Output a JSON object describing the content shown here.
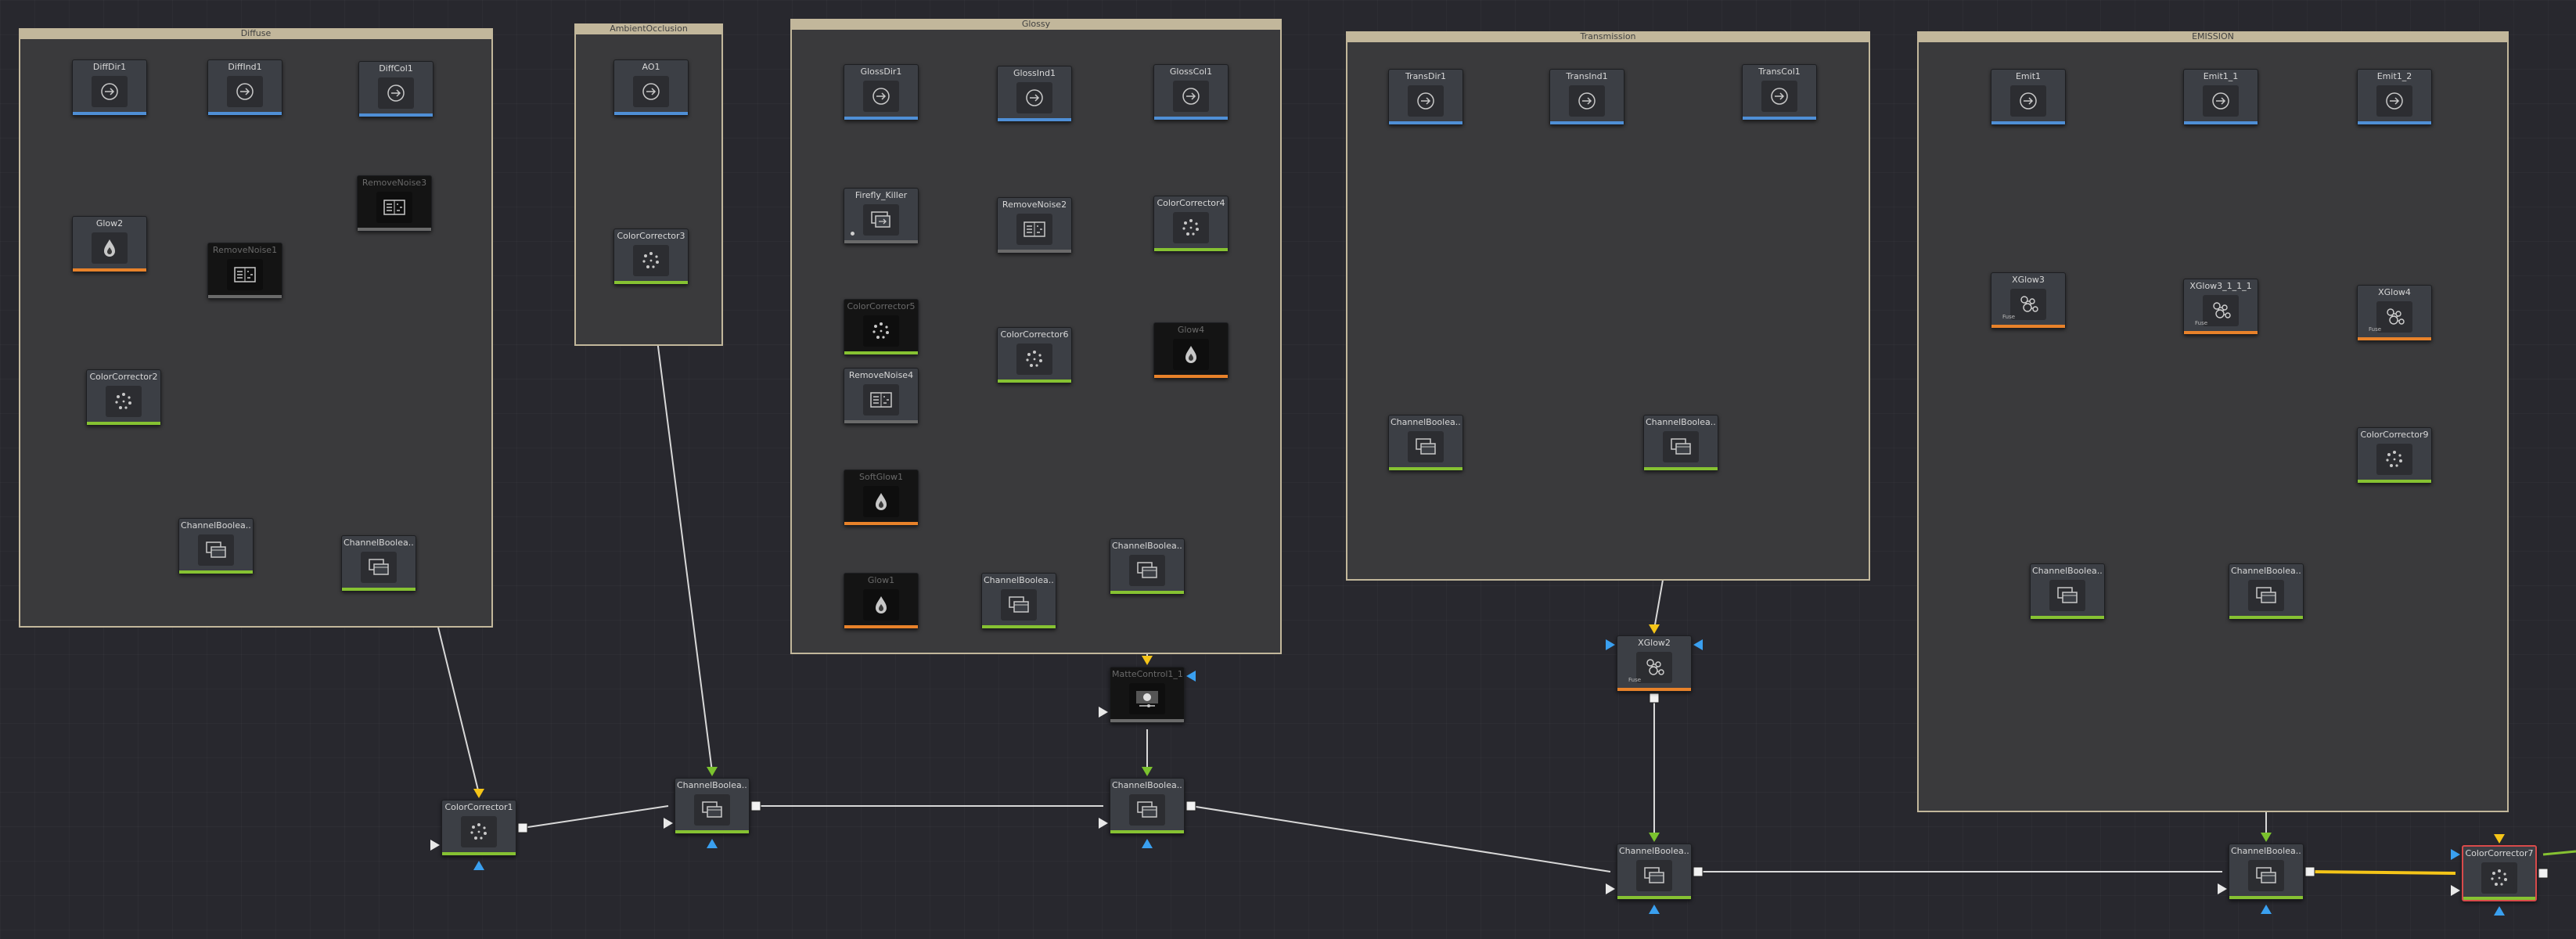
{
  "colors": {
    "group_header": "#c2b79b",
    "wire": "#d8d8d8",
    "wire_active": "#f5c518",
    "in_yellow": "#f5c518",
    "in_green": "#7bc22e",
    "in_blue": "#3aa0f0",
    "out_white": "#f2f2f2",
    "bar_blue": "#4f8fd6",
    "bar_orange": "#e8822a",
    "bar_green": "#86c232",
    "selection": "#d84a4a"
  },
  "groups": [
    {
      "id": "diffuse",
      "title": "Diffuse"
    },
    {
      "id": "ao",
      "title": "AmbientOcclusion"
    },
    {
      "id": "glossy",
      "title": "Glossy"
    },
    {
      "id": "transmission",
      "title": "Transmission"
    },
    {
      "id": "emission",
      "title": "EMISSION"
    }
  ],
  "nodes": [
    {
      "id": "DiffDir1",
      "label": "DiffDir1",
      "icon": "loader-icon"
    },
    {
      "id": "DiffInd1",
      "label": "DiffInd1",
      "icon": "loader-icon"
    },
    {
      "id": "DiffCol1",
      "label": "DiffCol1",
      "icon": "loader-icon"
    },
    {
      "id": "Glow2",
      "label": "Glow2",
      "icon": "glow-icon"
    },
    {
      "id": "RemoveNoise1",
      "label": "RemoveNoise1",
      "icon": "remove-noise-icon"
    },
    {
      "id": "RemoveNoise3",
      "label": "RemoveNoise3",
      "icon": "remove-noise-icon"
    },
    {
      "id": "ColorCorrector2",
      "label": "ColorCorrector2",
      "icon": "color-corrector-icon"
    },
    {
      "id": "ChannelBool_D1",
      "label": "ChannelBoolea...",
      "icon": "channel-booleans-icon"
    },
    {
      "id": "ChannelBool_D2",
      "label": "ChannelBoolea...",
      "icon": "channel-booleans-icon"
    },
    {
      "id": "AO1",
      "label": "AO1",
      "icon": "loader-icon"
    },
    {
      "id": "ColorCorrector3",
      "label": "ColorCorrector3",
      "icon": "color-corrector-icon"
    },
    {
      "id": "GlossDir1",
      "label": "GlossDir1",
      "icon": "loader-icon"
    },
    {
      "id": "GlossInd1",
      "label": "GlossInd1",
      "icon": "loader-icon"
    },
    {
      "id": "GlossCol1",
      "label": "GlossCol1",
      "icon": "loader-icon"
    },
    {
      "id": "Firefly_Killer",
      "label": "Firefly_Killer",
      "icon": "macro-icon"
    },
    {
      "id": "RemoveNoise2",
      "label": "RemoveNoise2",
      "icon": "remove-noise-icon"
    },
    {
      "id": "ColorCorrector4",
      "label": "ColorCorrector4",
      "icon": "color-corrector-icon"
    },
    {
      "id": "ColorCorrector5",
      "label": "ColorCorrector5",
      "icon": "color-corrector-icon"
    },
    {
      "id": "ColorCorrector6",
      "label": "ColorCorrector6",
      "icon": "color-corrector-icon"
    },
    {
      "id": "Glow4",
      "label": "Glow4",
      "icon": "glow-icon"
    },
    {
      "id": "RemoveNoise4",
      "label": "RemoveNoise4",
      "icon": "remove-noise-icon"
    },
    {
      "id": "SoftGlow1",
      "label": "SoftGlow1",
      "icon": "glow-icon"
    },
    {
      "id": "Glow1",
      "label": "Glow1",
      "icon": "glow-icon"
    },
    {
      "id": "ChannelBool_G1",
      "label": "ChannelBoolea...",
      "icon": "channel-booleans-icon"
    },
    {
      "id": "ChannelBool_G2",
      "label": "ChannelBoolea...",
      "icon": "channel-booleans-icon"
    },
    {
      "id": "MatteControl1_1",
      "label": "MatteControl1_1",
      "icon": "matte-control-icon"
    },
    {
      "id": "TransDir1",
      "label": "TransDir1",
      "icon": "loader-icon"
    },
    {
      "id": "TransInd1",
      "label": "TransInd1",
      "icon": "loader-icon"
    },
    {
      "id": "TransCol1",
      "label": "TransCol1",
      "icon": "loader-icon"
    },
    {
      "id": "ChannelBool_T1",
      "label": "ChannelBoolea...",
      "icon": "channel-booleans-icon"
    },
    {
      "id": "ChannelBool_T2",
      "label": "ChannelBoolea...",
      "icon": "channel-booleans-icon"
    },
    {
      "id": "XGlow2",
      "label": "XGlow2",
      "icon": "xglow-icon"
    },
    {
      "id": "Emit1",
      "label": "Emit1",
      "icon": "loader-icon"
    },
    {
      "id": "Emit1_1",
      "label": "Emit1_1",
      "icon": "loader-icon"
    },
    {
      "id": "Emit1_2",
      "label": "Emit1_2",
      "icon": "loader-icon"
    },
    {
      "id": "XGlow3",
      "label": "XGlow3",
      "icon": "xglow-icon"
    },
    {
      "id": "XGlow3_1_1_1",
      "label": "XGlow3_1_1_1",
      "icon": "xglow-icon"
    },
    {
      "id": "XGlow4",
      "label": "XGlow4",
      "icon": "xglow-icon"
    },
    {
      "id": "ColorCorrector9",
      "label": "ColorCorrector9",
      "icon": "color-corrector-icon"
    },
    {
      "id": "ChannelBool_E1",
      "label": "ChannelBoolea...",
      "icon": "channel-booleans-icon"
    },
    {
      "id": "ChannelBool_E2",
      "label": "ChannelBoolea...",
      "icon": "channel-booleans-icon"
    },
    {
      "id": "ColorCorrector1",
      "label": "ColorCorrector1",
      "icon": "color-corrector-icon"
    },
    {
      "id": "ChannelBool_M1",
      "label": "ChannelBoolea...",
      "icon": "channel-booleans-icon"
    },
    {
      "id": "ChannelBool_M2",
      "label": "ChannelBoolea...",
      "icon": "channel-booleans-icon"
    },
    {
      "id": "ChannelBool_M3",
      "label": "ChannelBoolea...",
      "icon": "channel-booleans-icon"
    },
    {
      "id": "ChannelBool_M4",
      "label": "ChannelBoolea...",
      "icon": "channel-booleans-icon"
    },
    {
      "id": "ColorCorrector7",
      "label": "ColorCorrector7",
      "icon": "color-corrector-icon"
    }
  ],
  "badges": {
    "fuse": "Fuse"
  }
}
